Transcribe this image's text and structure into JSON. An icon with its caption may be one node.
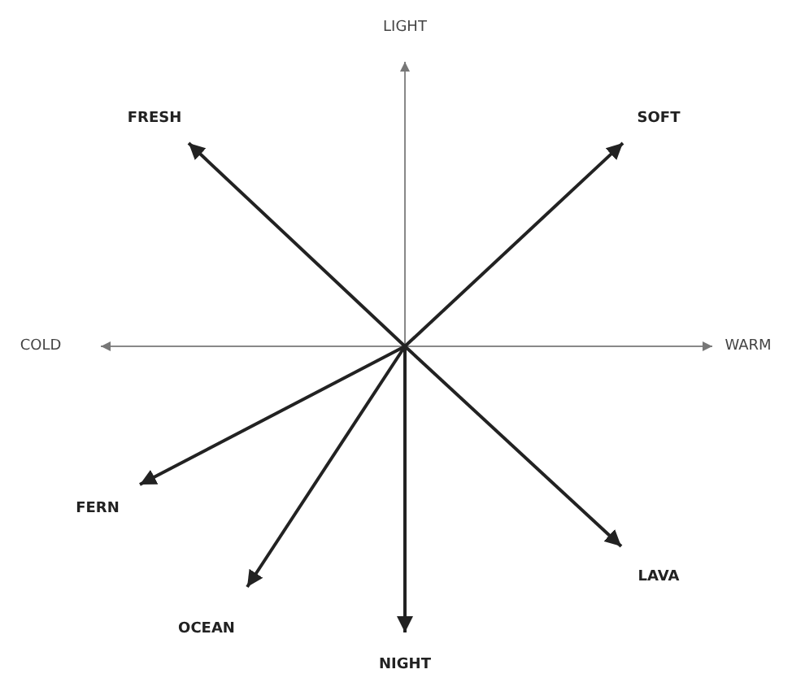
{
  "diagram": {
    "nodes": [
      {
        "text": [
          "FRESH"
        ]
      },
      {
        "text": [
          "SOFT"
        ]
      },
      {
        "text": [
          "FERN"
        ]
      },
      {
        "text": [
          "OCEAN"
        ]
      },
      {
        "text": [
          "NIGHT"
        ]
      },
      {
        "text": [
          "LAVA"
        ]
      }
    ],
    "edges": [
      {
        "from": null,
        "to": 0,
        "arrow": "to"
      },
      {
        "from": null,
        "to": 1,
        "arrow": "to"
      },
      {
        "from": null,
        "to": 2,
        "arrow": "to"
      },
      {
        "from": null,
        "to": 3,
        "arrow": "to"
      },
      {
        "from": null,
        "to": 4,
        "arrow": "to"
      },
      {
        "from": null,
        "to": 5,
        "arrow": "to"
      }
    ],
    "labels": [
      "LIGHT",
      "COLD",
      "WARM"
    ]
  }
}
